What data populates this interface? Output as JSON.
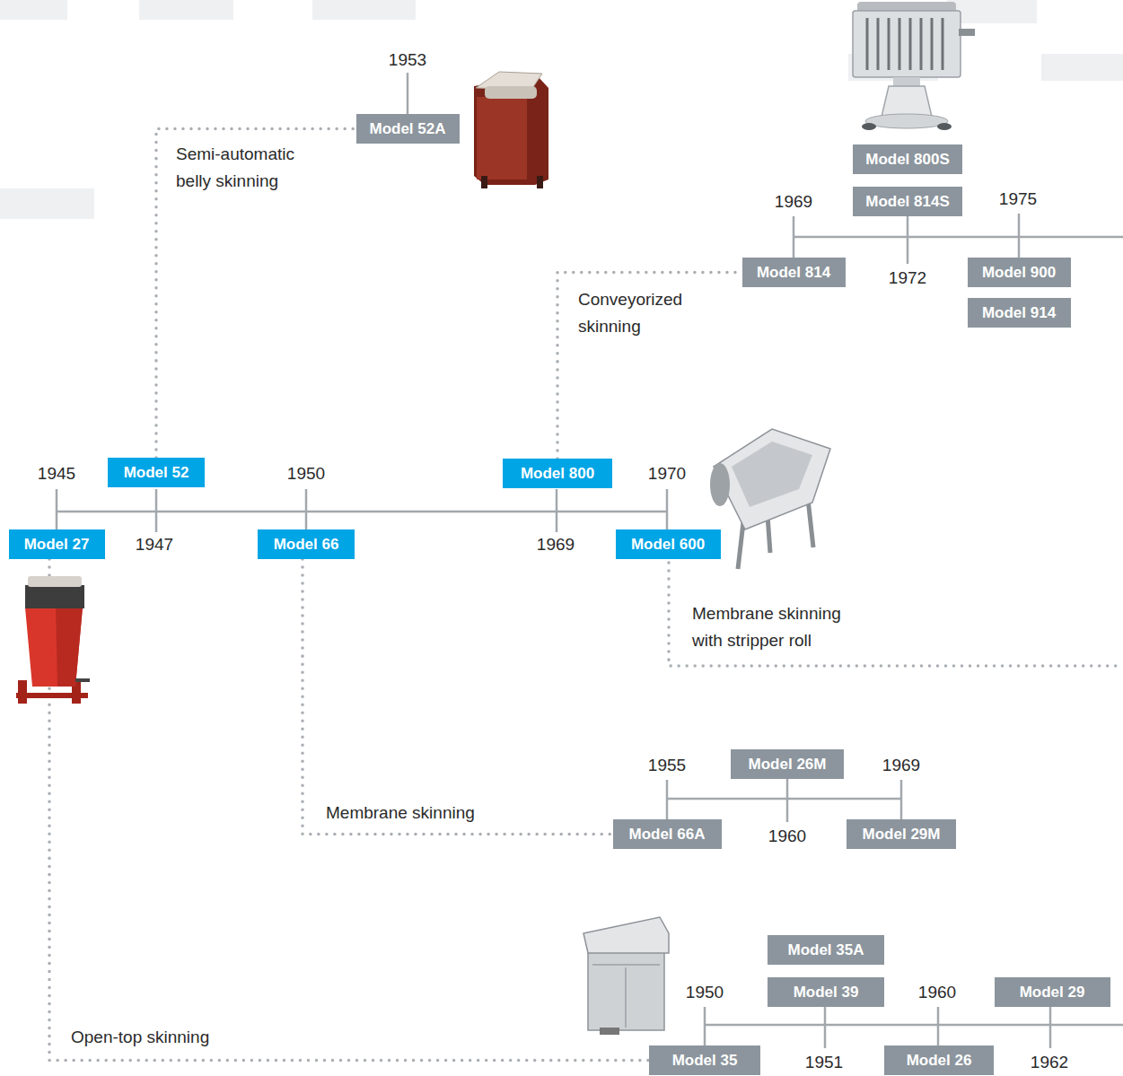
{
  "diagram": {
    "nodes": [
      {
        "text": [
          "Model 52A"
        ]
      },
      {
        "text": [
          "Model 800S"
        ]
      },
      {
        "text": [
          "Model 814S"
        ]
      },
      {
        "text": [
          "Model 814"
        ]
      },
      {
        "text": [
          "Model 900"
        ]
      },
      {
        "text": [
          "Model 914"
        ]
      },
      {
        "text": [
          "Model 52"
        ]
      },
      {
        "text": [
          "Model 800"
        ]
      },
      {
        "text": [
          "Model 27"
        ]
      },
      {
        "text": [
          "Model 66"
        ]
      },
      {
        "text": [
          "Model 600"
        ]
      },
      {
        "text": [
          "Model 26M"
        ]
      },
      {
        "text": [
          "Model 66A"
        ]
      },
      {
        "text": [
          "Model 29M"
        ]
      },
      {
        "text": [
          "Model 35A"
        ]
      },
      {
        "text": [
          "Model 39"
        ]
      },
      {
        "text": [
          "Model 29"
        ]
      },
      {
        "text": [
          "Model 35"
        ]
      },
      {
        "text": [
          "Model 26"
        ]
      }
    ],
    "edges": [
      {
        "from": 6,
        "to": 0,
        "arrow": "none"
      },
      {
        "from": 7,
        "to": 3,
        "arrow": "none"
      },
      {
        "from": 9,
        "to": 12,
        "arrow": "none"
      },
      {
        "from": 8,
        "to": 17,
        "arrow": "none"
      }
    ],
    "labels": [
      "1953",
      "Semi-automatic belly skinning",
      "1969",
      "1975",
      "1972",
      "Conveyorized skinning",
      "1945",
      "1950",
      "1970",
      "1947",
      "1969",
      "Membrane skinning with stripper roll",
      "1955",
      "1969",
      "1960",
      "Membrane skinning",
      "1950",
      "1960",
      "1951",
      "1962",
      "Open-top skinning"
    ]
  }
}
